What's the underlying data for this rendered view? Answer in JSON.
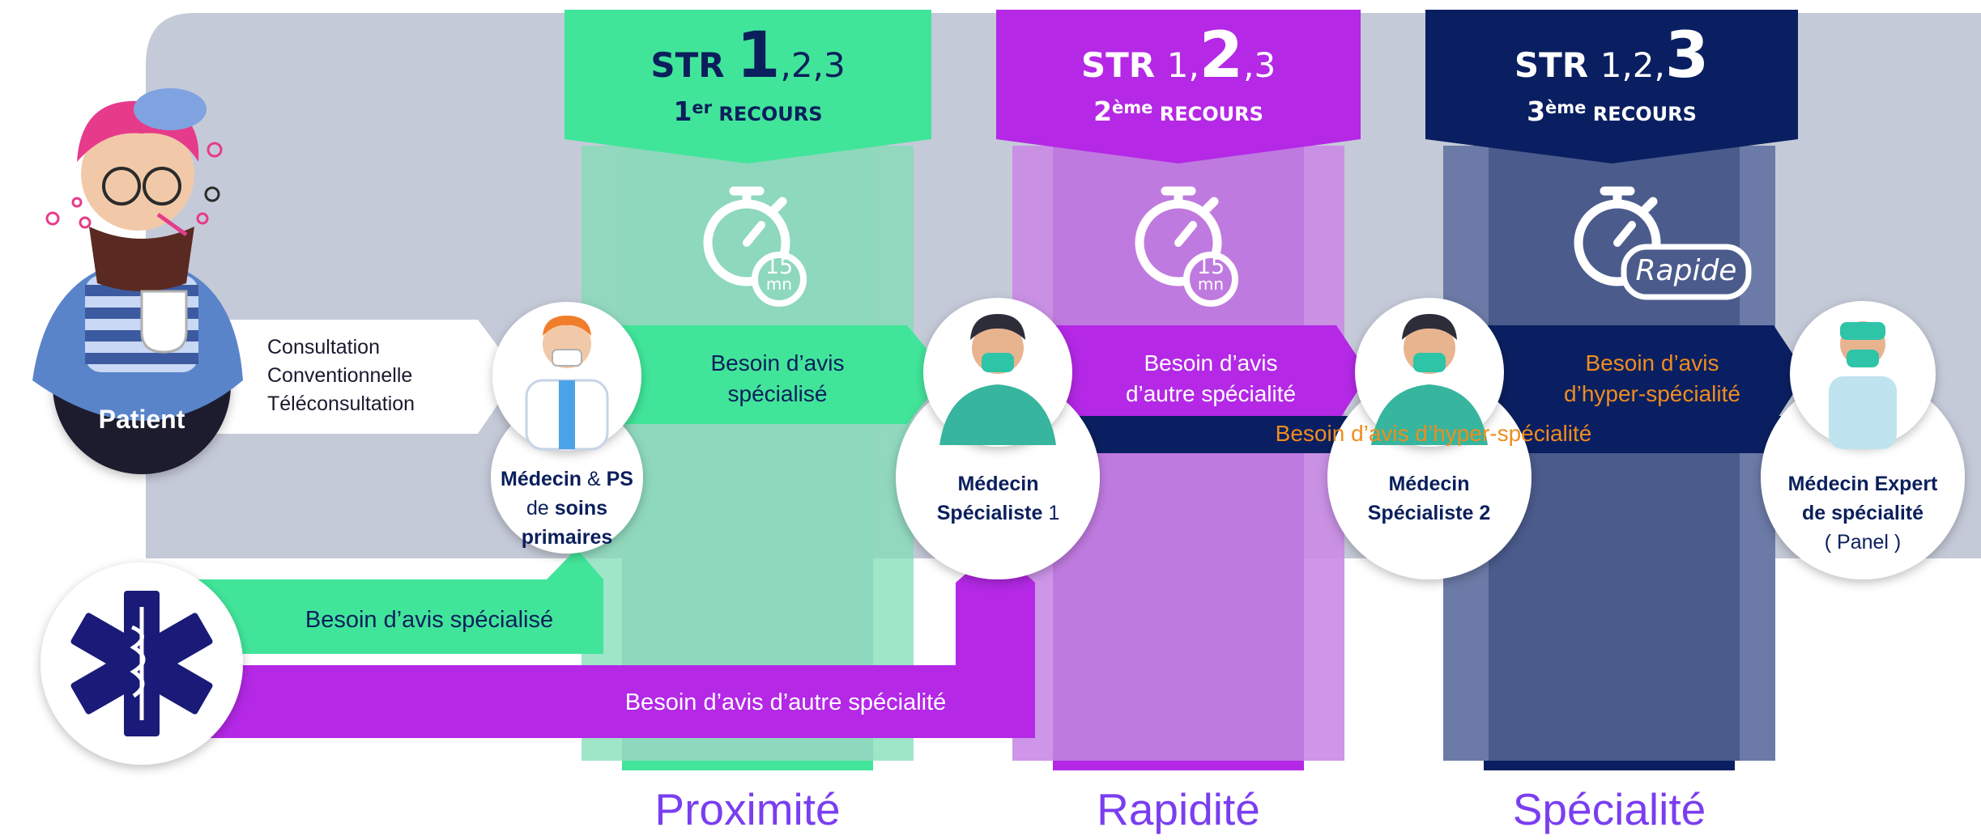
{
  "patient": {
    "label": "Patient"
  },
  "consult": {
    "line1": "Consultation",
    "line2": "Conventionnelle",
    "line3": "Téléconsultation"
  },
  "headers": [
    {
      "prefix": "STR ",
      "n1": "1",
      "c1": ",",
      "n2": "2",
      "c2": ",",
      "n3": "3",
      "ord": "1",
      "sup": "er",
      "recours": "RECOURS",
      "color": "#41e59a",
      "text_color": "#0b1f5c"
    },
    {
      "prefix": "STR ",
      "n1": "1",
      "c1": ",",
      "n2": "2",
      "c2": ",",
      "n3": "3",
      "ord": "2",
      "sup": "ème",
      "recours": "RECOURS",
      "color": "#b428e6",
      "text_color": "#ffffff"
    },
    {
      "prefix": "STR ",
      "n1": "1",
      "c1": ",",
      "n2": "2",
      "c2": ",",
      "n3": "3",
      "ord": "3",
      "sup": "ème",
      "recours": "RECOURS",
      "color": "#0a1f61",
      "text_color": "#ffffff"
    }
  ],
  "timers": [
    {
      "badge_top": "15",
      "badge_bottom": "mn"
    },
    {
      "badge_top": "15",
      "badge_bottom": "mn"
    },
    {
      "badge": "Rapide"
    }
  ],
  "arrows": {
    "a1": {
      "line1": "Besoin d’avis",
      "line2": "spécialisé"
    },
    "a2": {
      "line1": "Besoin d’avis",
      "line2": "d’autre spécialité"
    },
    "a3": {
      "line1": "Besoin d’avis",
      "line2": "d’hyper-spécialité"
    },
    "long": "Besoin d’avis d’hyper-spécialité",
    "emergency_green": "Besoin d’avis spécialisé",
    "emergency_purple": "Besoin d’avis d’autre spécialité"
  },
  "nodes": {
    "ps": {
      "w1": "Médecin",
      "w2": " & ",
      "w3": "PS",
      "w4": "de ",
      "w5": "soins",
      "w6": "primaires"
    },
    "spec1": {
      "l1": "Médecin",
      "l2a": "Spécialiste",
      "l2b": " 1"
    },
    "spec2": {
      "l1": "Médecin",
      "l2": "Spécialiste 2"
    },
    "expert": {
      "l1": "Médecin Expert",
      "l2": "de spécialité",
      "l3": "( Panel )"
    }
  },
  "bottom": {
    "b1": "Proximité",
    "b2": "Rapidité",
    "b3": "Spécialité"
  },
  "colors": {
    "green": "#41e59a",
    "purple": "#b428e6",
    "navy": "#0a1f61",
    "orange": "#f08c1e",
    "bg": "#c5cad8",
    "label_purple": "#7a3ef0"
  }
}
